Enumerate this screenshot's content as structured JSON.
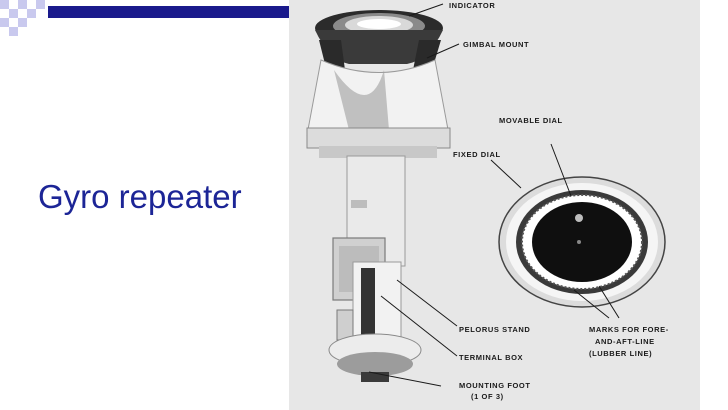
{
  "slide": {
    "title": "Gyro repeater",
    "colors": {
      "title": "#1c2596",
      "bar": "#1a1a8c",
      "checker": "#c9c9ee"
    }
  },
  "figure": {
    "labels": {
      "indicator": "INDICATOR",
      "gimbal_mount": "GIMBAL MOUNT",
      "movable_dial": "MOVABLE DIAL",
      "fixed_dial": "FIXED DIAL",
      "pelorus_stand": "PELORUS STAND",
      "terminal_box": "TERMINAL BOX",
      "mounting_foot": "MOUNTING FOOT",
      "mounting_foot_note": "(1 OF 3)",
      "marks_line1": "MARKS FOR FORE-",
      "marks_line2": "AND-AFT-LINE",
      "marks_line3": "(LUBBER LINE)"
    }
  }
}
